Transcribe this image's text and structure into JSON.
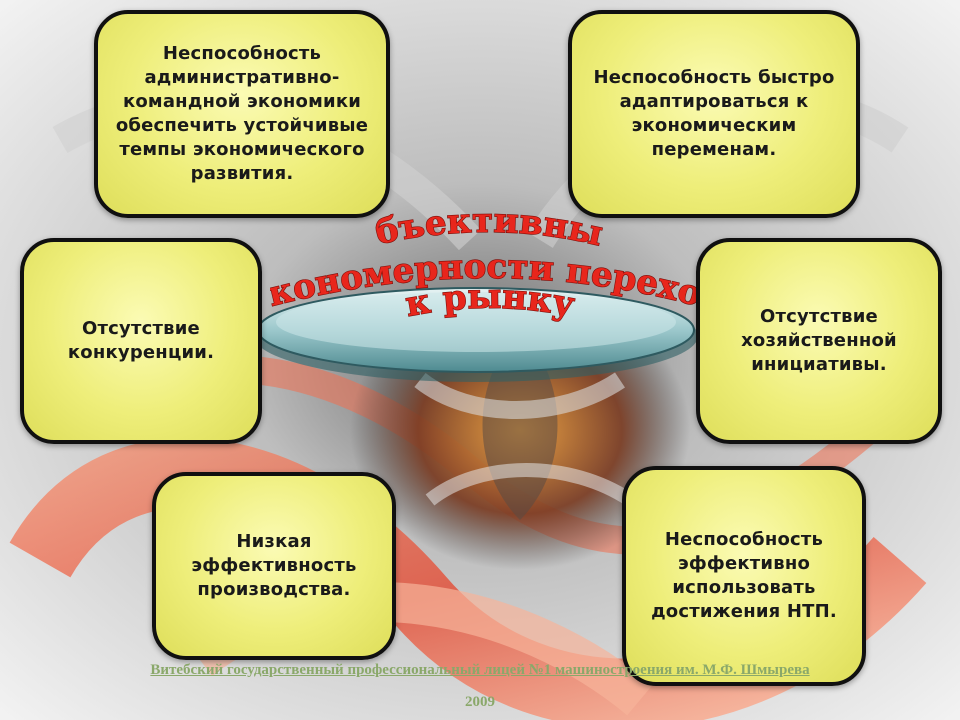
{
  "slide": {
    "title_lines": [
      "Объективные",
      "закономерности перехода",
      "к рынку"
    ],
    "boxes": {
      "top_left": "Неспособность административно-командной экономики обеспечить устойчивые темпы экономического развития.",
      "top_right": "Неспособность быстро адаптироваться к экономическим переменам.",
      "middle_left": "Отсутствие конкуренции.",
      "middle_right": "Отсутствие хозяйственной инициативы.",
      "bottom_left": "Низкая эффективность производства.",
      "bottom_right": "Неспособность эффективно использовать достижения НТП."
    },
    "footer": {
      "line1": "Витебский государственный профессиональный лицей №1 машиностроения им. М.Ф. Шмырева",
      "line2": "2009"
    }
  },
  "colors": {
    "box_fill": "#eeee7a",
    "box_border": "#101010",
    "title_red": "#e8261c",
    "footer_green": "#8aa86a"
  }
}
